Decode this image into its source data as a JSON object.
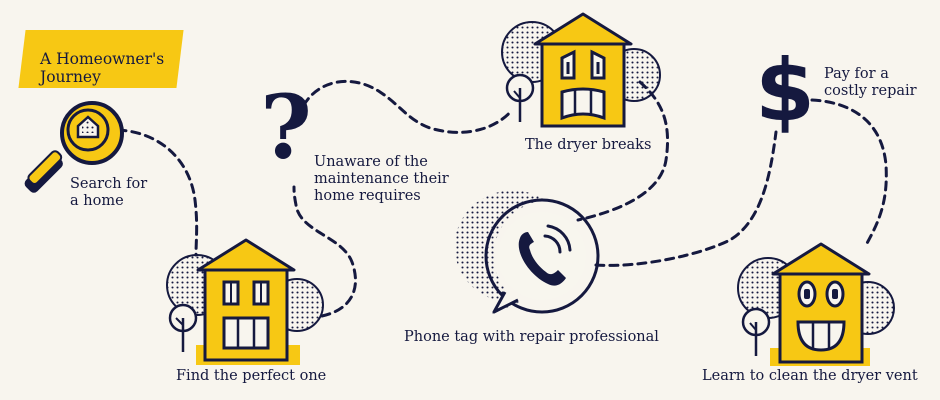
{
  "title": {
    "line1": "A Homeowner's",
    "line2": "Journey"
  },
  "steps": [
    {
      "label_lines": [
        "Search for",
        "a home"
      ],
      "icon": "magnifying-glass-house-icon"
    },
    {
      "label_lines": [
        "Find the perfect one"
      ],
      "icon": "happy-house-icon"
    },
    {
      "label_lines": [
        "Unaware of the",
        "maintenance their",
        "home requires"
      ],
      "icon": "question-mark-icon"
    },
    {
      "label_lines": [
        "The dryer breaks"
      ],
      "icon": "upset-house-icon"
    },
    {
      "label_lines": [
        "Phone tag with repair professional"
      ],
      "icon": "phone-bubble-icon"
    },
    {
      "label_lines": [
        "Pay for a",
        "costly repair"
      ],
      "icon": "dollar-sign-icon"
    },
    {
      "label_lines": [
        "Learn to clean the dryer vent"
      ],
      "icon": "grinning-house-icon"
    }
  ],
  "colors": {
    "navy": "#15193f",
    "yellow": "#f7c814",
    "background": "#f8f5ee"
  }
}
